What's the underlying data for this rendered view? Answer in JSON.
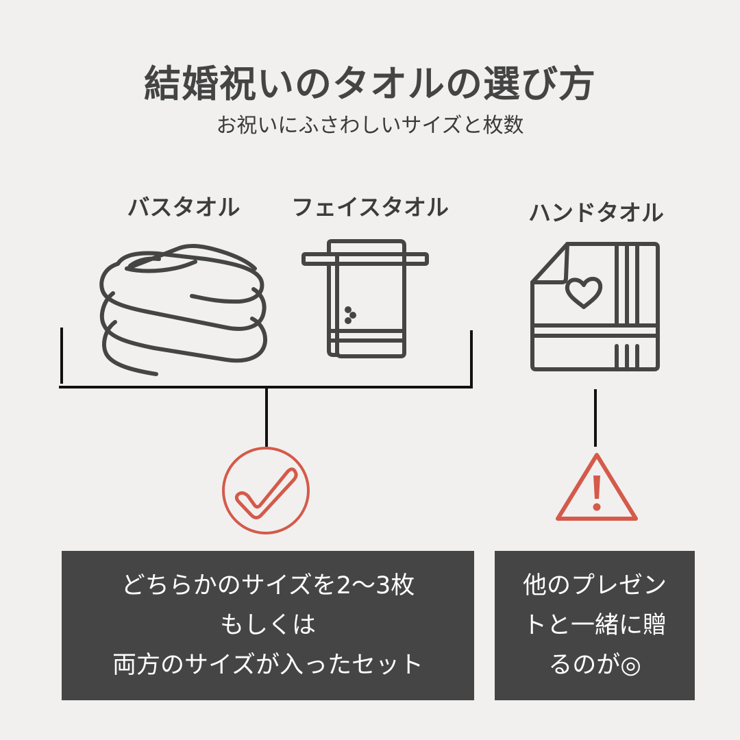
{
  "header": {
    "title": "結婚祝いのタオルの選び方",
    "subtitle": "お祝いにふさわしいサイズと枚数"
  },
  "items": {
    "bath_towel": "バスタオル",
    "face_towel": "フェイスタオル",
    "hand_towel": "ハンドタオル"
  },
  "icons": {
    "bath": "folded-towel-stack-icon",
    "face": "hanging-towel-icon",
    "hand": "hand-towel-heart-icon",
    "recommended": "check-circle-icon",
    "caution": "warning-triangle-icon"
  },
  "recommended": {
    "lines": [
      "どちらかのサイズを2〜3枚",
      "もしくは",
      "両方のサイズが入ったセット"
    ]
  },
  "caution": {
    "lines": [
      "他のプレゼン",
      "トと一緒に贈",
      "るのが◎"
    ]
  },
  "colors": {
    "background": "#f1f0ef",
    "icon_stroke": "#454545",
    "accent_red": "#d45a4a",
    "box_fill": "#454545",
    "box_text": "#ffffff"
  }
}
